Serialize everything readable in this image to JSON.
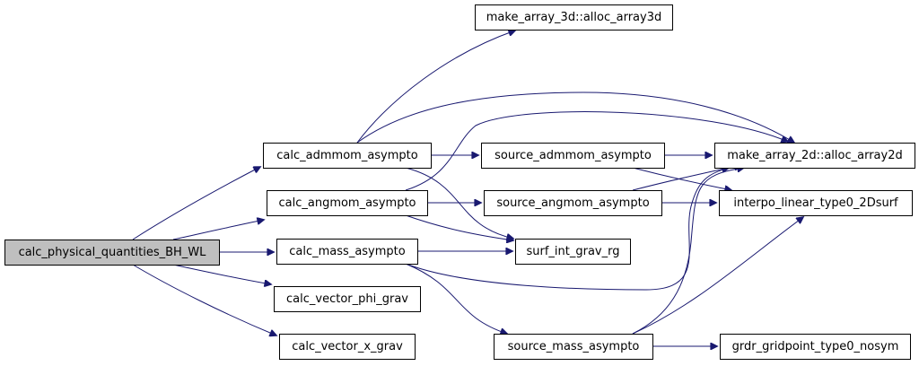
{
  "graph": {
    "nodes": [
      {
        "id": "root",
        "label": "calc_physical_quantities_BH_WL",
        "root": true
      },
      {
        "id": "admmom",
        "label": "calc_admmom_asympto"
      },
      {
        "id": "angmom",
        "label": "calc_angmom_asympto"
      },
      {
        "id": "mass",
        "label": "calc_mass_asympto"
      },
      {
        "id": "vphi",
        "label": "calc_vector_phi_grav"
      },
      {
        "id": "vx",
        "label": "calc_vector_x_grav"
      },
      {
        "id": "arr3d",
        "label": "make_array_3d::alloc_array3d"
      },
      {
        "id": "src_adm",
        "label": "source_admmom_asympto"
      },
      {
        "id": "src_ang",
        "label": "source_angmom_asympto"
      },
      {
        "id": "surf",
        "label": "surf_int_grav_rg"
      },
      {
        "id": "src_mass",
        "label": "source_mass_asympto"
      },
      {
        "id": "arr2d",
        "label": "make_array_2d::alloc_array2d"
      },
      {
        "id": "interp",
        "label": "interpo_linear_type0_2Dsurf"
      },
      {
        "id": "grdr",
        "label": "grdr_gridpoint_type0_nosym"
      }
    ],
    "edges": [
      {
        "from": "root",
        "to": "admmom"
      },
      {
        "from": "root",
        "to": "angmom"
      },
      {
        "from": "root",
        "to": "mass"
      },
      {
        "from": "root",
        "to": "vphi"
      },
      {
        "from": "root",
        "to": "vx"
      },
      {
        "from": "admmom",
        "to": "arr3d"
      },
      {
        "from": "admmom",
        "to": "arr2d"
      },
      {
        "from": "admmom",
        "to": "src_adm"
      },
      {
        "from": "admmom",
        "to": "surf"
      },
      {
        "from": "angmom",
        "to": "arr2d"
      },
      {
        "from": "angmom",
        "to": "src_ang"
      },
      {
        "from": "angmom",
        "to": "surf"
      },
      {
        "from": "mass",
        "to": "surf"
      },
      {
        "from": "mass",
        "to": "arr2d"
      },
      {
        "from": "mass",
        "to": "src_mass"
      },
      {
        "from": "src_adm",
        "to": "arr2d"
      },
      {
        "from": "src_adm",
        "to": "interp"
      },
      {
        "from": "src_ang",
        "to": "arr2d"
      },
      {
        "from": "src_ang",
        "to": "interp"
      },
      {
        "from": "src_mass",
        "to": "arr2d"
      },
      {
        "from": "src_mass",
        "to": "interp"
      },
      {
        "from": "src_mass",
        "to": "grdr"
      }
    ]
  }
}
